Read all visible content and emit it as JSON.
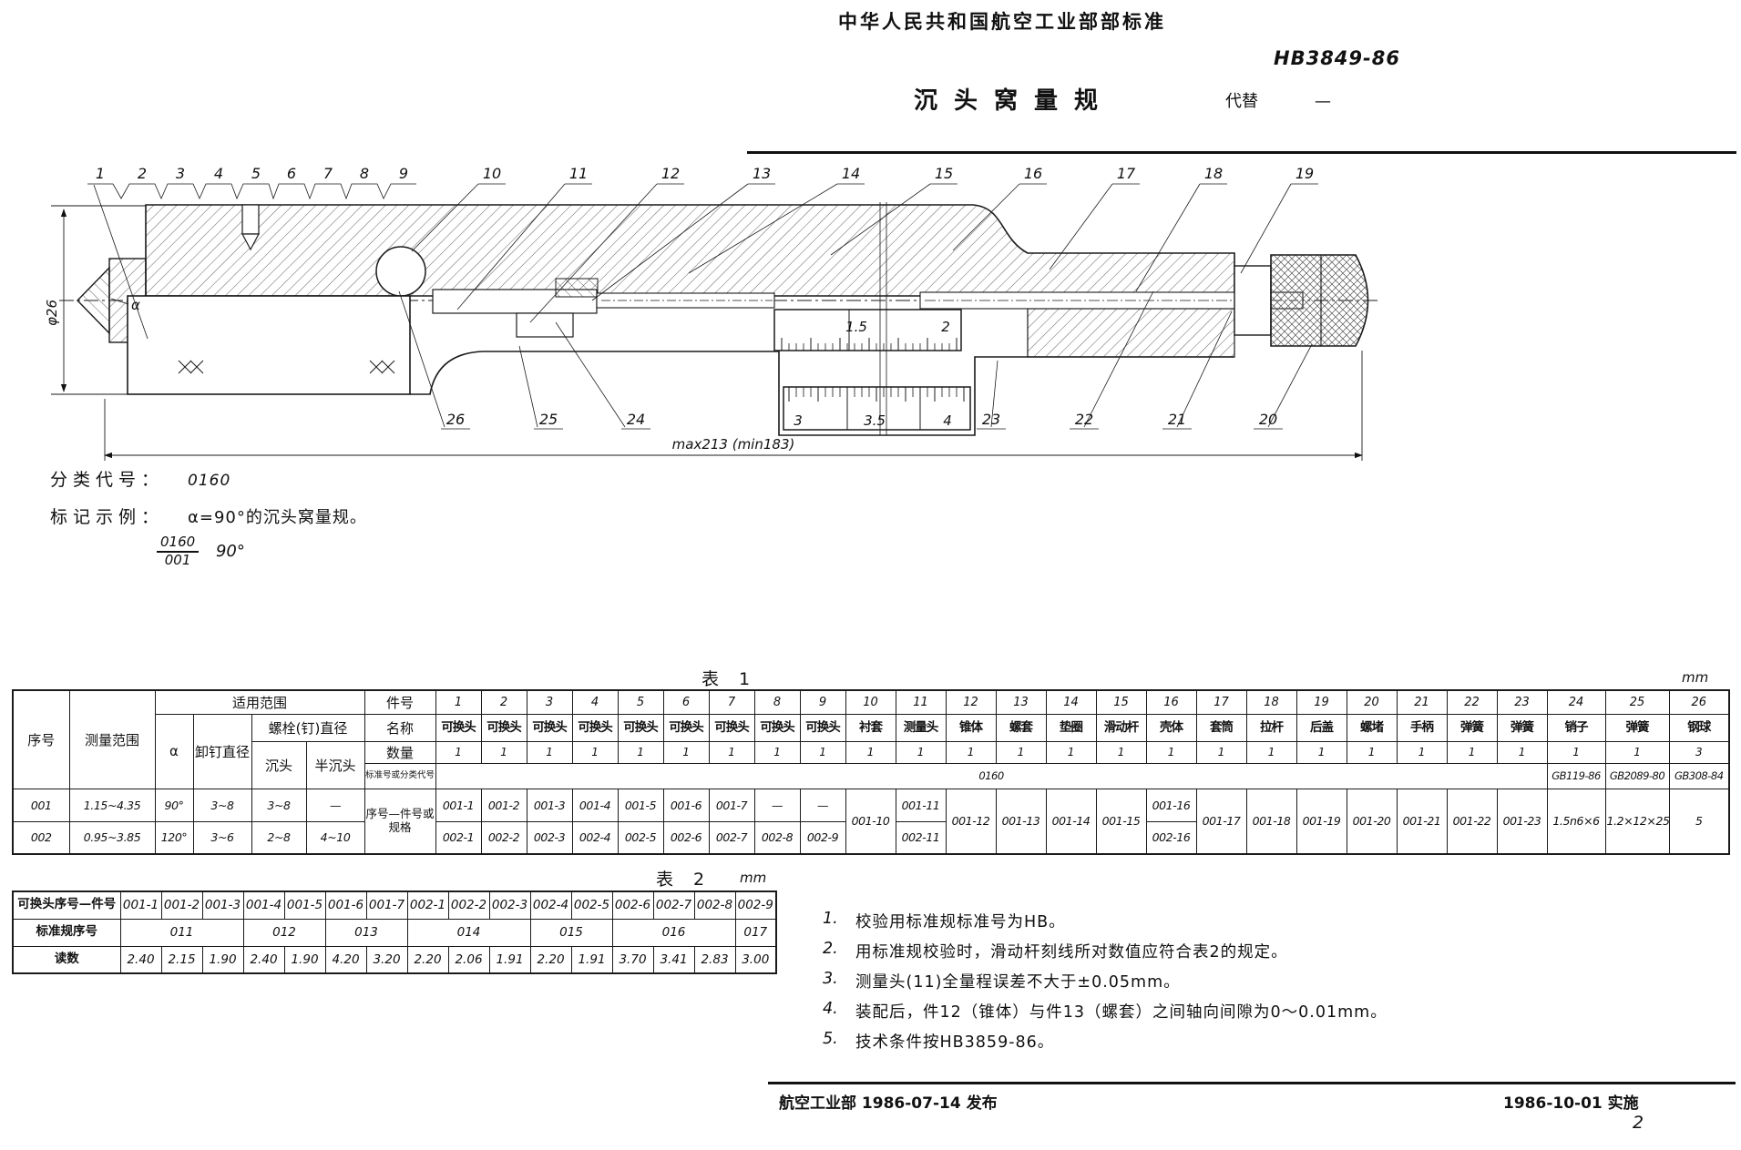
{
  "header": {
    "standard_org": "中华人民共和国航空工业部部标准",
    "standard_no": "HB3849-86",
    "title": "沉头窝量规",
    "replaces_label": "代替",
    "replaces_value": "—"
  },
  "drawing": {
    "callouts_top": [
      "1",
      "2",
      "3",
      "4",
      "5",
      "6",
      "7",
      "8",
      "9",
      "10",
      "11",
      "12",
      "13",
      "14",
      "15",
      "16",
      "17",
      "18",
      "19"
    ],
    "callouts_bottom": [
      "26",
      "25",
      "24",
      "23",
      "22",
      "21",
      "20"
    ],
    "scale_upper": [
      "1.5",
      "2"
    ],
    "scale_lower": [
      "3",
      "3.5",
      "4"
    ],
    "dim_diameter": "φ26",
    "dim_alpha": "α",
    "dim_length": "max213 (min183)"
  },
  "classification": {
    "label": "分类代号：",
    "value": "0160",
    "marking_label": "标记示例：",
    "marking_value": "α=90°的沉头窝量规。",
    "fraction_top": "0160",
    "fraction_bottom": "001",
    "fraction_angle": "90°"
  },
  "table1": {
    "caption": "表 1",
    "unit": "mm",
    "stub": {
      "xuhao": "序号",
      "celiang": "测量范围",
      "shiyong": "适用范围",
      "alpha": "α",
      "xieding": "卸钉直径",
      "luoshuan": "螺栓(钉)直径",
      "chentou": "沉头",
      "banchentou": "半沉头",
      "jianhao": "件号",
      "mingcheng": "名称",
      "shuliang": "数量",
      "biaozhun": "标准号或分类代号",
      "xuhao_jianhao": "序号—件号或规格"
    },
    "col_nos": [
      "1",
      "2",
      "3",
      "4",
      "5",
      "6",
      "7",
      "8",
      "9",
      "10",
      "11",
      "12",
      "13",
      "14",
      "15",
      "16",
      "17",
      "18",
      "19",
      "20",
      "21",
      "22",
      "23",
      "24",
      "25",
      "26"
    ],
    "names": [
      "可换头",
      "可换头",
      "可换头",
      "可换头",
      "可换头",
      "可换头",
      "可换头",
      "可换头",
      "可换头",
      "衬套",
      "测量头",
      "锥体",
      "螺套",
      "垫圈",
      "滑动杆",
      "壳体",
      "套筒",
      "拉杆",
      "后盖",
      "螺堵",
      "手柄",
      "弹簧",
      "弹簧",
      "销子",
      "弹簧",
      "钢球"
    ],
    "qtys": [
      "1",
      "1",
      "1",
      "1",
      "1",
      "1",
      "1",
      "1",
      "1",
      "1",
      "1",
      "1",
      "1",
      "1",
      "1",
      "1",
      "1",
      "1",
      "1",
      "1",
      "1",
      "1",
      "1",
      "1",
      "1",
      "3"
    ],
    "std_span": "0160",
    "std_gb": [
      "GB119-86",
      "GB2089-80",
      "GB308-84"
    ],
    "merged": {
      "p10": "001-10",
      "p12": "001-12",
      "p13": "001-13",
      "p14": "001-14",
      "p15": "001-15",
      "p17": "001-17",
      "p18": "001-18",
      "p19": "001-19",
      "p20": "001-20",
      "p21": "001-21",
      "p22": "001-22",
      "p23": "001-23",
      "p24": "1.5n6×6",
      "p25": "1.2×12×25",
      "p26": "5"
    },
    "rows": [
      {
        "no": "001",
        "range": "1.15~4.35",
        "alpha": "90°",
        "pin": "3~8",
        "ct": "3~8",
        "bct": "—",
        "parts": [
          "001-1",
          "001-2",
          "001-3",
          "001-4",
          "001-5",
          "001-6",
          "001-7",
          "—",
          "—"
        ],
        "p11": "001-11",
        "p16": "001-16"
      },
      {
        "no": "002",
        "range": "0.95~3.85",
        "alpha": "120°",
        "pin": "3~6",
        "ct": "2~8",
        "bct": "4~10",
        "parts": [
          "002-1",
          "002-2",
          "002-3",
          "002-4",
          "002-5",
          "002-6",
          "002-7",
          "002-8",
          "002-9"
        ],
        "p11": "002-11",
        "p16": "002-16"
      }
    ]
  },
  "table2": {
    "caption": "表 2",
    "unit": "mm",
    "row_labels": [
      "可换头序号—件号",
      "标准规序号",
      "读数"
    ],
    "head_ids": [
      "001-1",
      "001-2",
      "001-3",
      "001-4",
      "001-5",
      "001-6",
      "001-7",
      "002-1",
      "002-2",
      "002-3",
      "002-4",
      "002-5",
      "002-6",
      "002-7",
      "002-8",
      "002-9"
    ],
    "std_nos": [
      "011",
      "012",
      "013",
      "014",
      "015",
      "016",
      "017"
    ],
    "readings": [
      "2.40",
      "2.15",
      "1.90",
      "2.40",
      "1.90",
      "4.20",
      "3.20",
      "2.20",
      "2.06",
      "1.91",
      "2.20",
      "1.91",
      "3.70",
      "3.41",
      "2.83",
      "3.00"
    ]
  },
  "notes": {
    "items": [
      {
        "num": "1.",
        "text": "校验用标准规标准号为HB。"
      },
      {
        "num": "2.",
        "text": "用标准规校验时，滑动杆刻线所对数值应符合表2的规定。"
      },
      {
        "num": "3.",
        "text": "测量头(11)全量程误差不大于±0.05mm。"
      },
      {
        "num": "4.",
        "text": "装配后，件12（锥体）与件13（螺套）之间轴向间隙为0～0.01mm。"
      },
      {
        "num": "5.",
        "text": "技术条件按HB3859-86。"
      }
    ]
  },
  "footer": {
    "issued": "航空工业部 1986-07-14 发布",
    "effective": "1986-10-01 实施",
    "page": "2"
  }
}
